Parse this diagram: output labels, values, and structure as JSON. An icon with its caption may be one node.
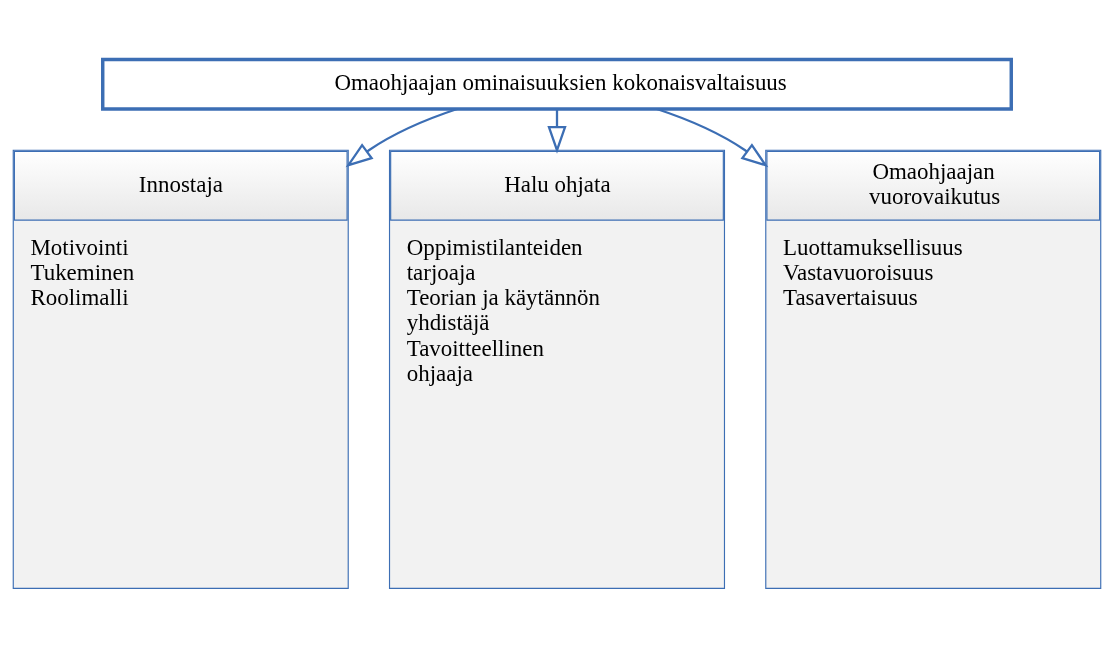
{
  "diagram": {
    "nodes": [
      {
        "text": [
          "Omaohjaajan ominaisuuksien kokonaisvaltaisuus"
        ]
      },
      {
        "text": [
          "Innostaja",
          "Motivointi",
          "Tukeminen",
          "Roolimalli"
        ]
      },
      {
        "text": [
          "Halu ohjata",
          "Oppimistilanteiden tarjoaja",
          "Teorian ja käytännön yhdistäjä",
          "Tavoitteellinen ohjaaja"
        ]
      },
      {
        "text": [
          "Omaohjaajan vuorovaikutus",
          "Luottamuksellisuus",
          "Vastavuoroisuus",
          "Tasavertaisuus"
        ]
      }
    ],
    "edges": [
      {
        "from": 0,
        "to": 1,
        "arrow": "to"
      },
      {
        "from": 0,
        "to": 2,
        "arrow": "to"
      },
      {
        "from": 0,
        "to": 3,
        "arrow": "to"
      }
    ]
  }
}
